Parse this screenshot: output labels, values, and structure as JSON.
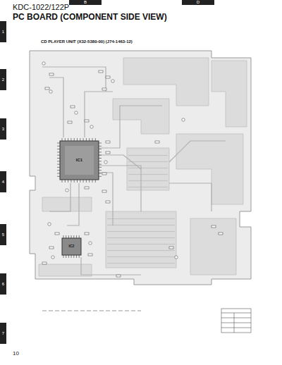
{
  "diagram": {
    "title": "PC BOARD (COMPONENT SIDE VIEW)",
    "labels": [
      "KDC-1022/122P",
      "CD PLAYER UNIT (X32-5380-00) (J74-1463-12)",
      "B",
      "D",
      "1",
      "2",
      "3",
      "4",
      "5",
      "6",
      "7",
      "IC1",
      "IC2",
      "10"
    ]
  }
}
